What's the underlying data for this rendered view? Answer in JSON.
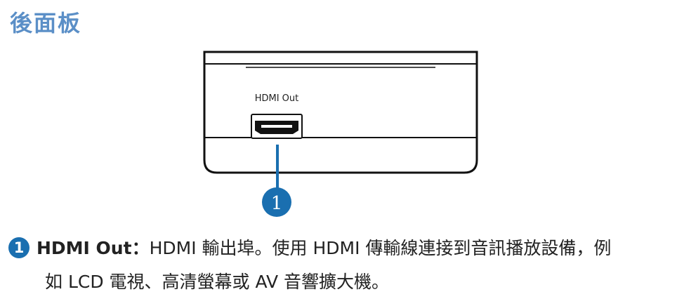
{
  "title": "後面板",
  "diagram": {
    "port_label": "HDMI Out",
    "callout_number": "1"
  },
  "description": {
    "badge": "1",
    "term": "HDMI Out",
    "separator": "：",
    "line1": "HDMI 輸出埠。使用 HDMI 傳輸線連接到音訊播放設備，例",
    "line2": "如 LCD 電視、高清螢幕或 AV 音響擴大機。"
  },
  "colors": {
    "title": "#5b8fc7",
    "accent": "#1a6fb0",
    "text": "#222222"
  }
}
